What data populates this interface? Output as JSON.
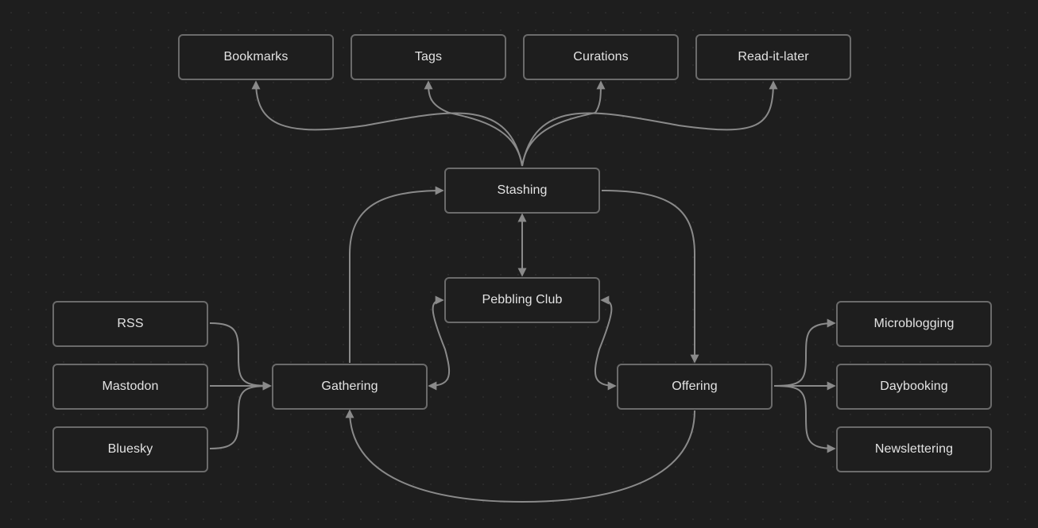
{
  "diagram": {
    "nodes": {
      "bookmarks": "Bookmarks",
      "tags": "Tags",
      "curations": "Curations",
      "read_it_later": "Read-it-later",
      "stashing": "Stashing",
      "pebbling_club": "Pebbling Club",
      "rss": "RSS",
      "mastodon": "Mastodon",
      "bluesky": "Bluesky",
      "gathering": "Gathering",
      "offering": "Offering",
      "microblogging": "Microblogging",
      "daybooking": "Daybooking",
      "newslettering": "Newslettering"
    },
    "edges": [
      {
        "from": "stashing",
        "to": "bookmarks"
      },
      {
        "from": "stashing",
        "to": "tags"
      },
      {
        "from": "stashing",
        "to": "curations"
      },
      {
        "from": "stashing",
        "to": "read_it_later"
      },
      {
        "from": "pebbling_club",
        "to": "stashing",
        "bidirectional": true
      },
      {
        "from": "gathering",
        "to": "stashing"
      },
      {
        "from": "stashing",
        "to": "offering"
      },
      {
        "from": "gathering",
        "to": "pebbling_club",
        "bidirectional": true
      },
      {
        "from": "offering",
        "to": "pebbling_club",
        "bidirectional": true
      },
      {
        "from": "offering",
        "to": "gathering"
      },
      {
        "from": "rss",
        "to": "gathering"
      },
      {
        "from": "mastodon",
        "to": "gathering"
      },
      {
        "from": "bluesky",
        "to": "gathering"
      },
      {
        "from": "offering",
        "to": "microblogging"
      },
      {
        "from": "offering",
        "to": "daybooking"
      },
      {
        "from": "offering",
        "to": "newslettering"
      }
    ],
    "colors": {
      "background": "#1e1e1e",
      "node_border": "#6b6b6b",
      "edge": "#8a8a8a",
      "text": "#e3e3e3"
    }
  }
}
